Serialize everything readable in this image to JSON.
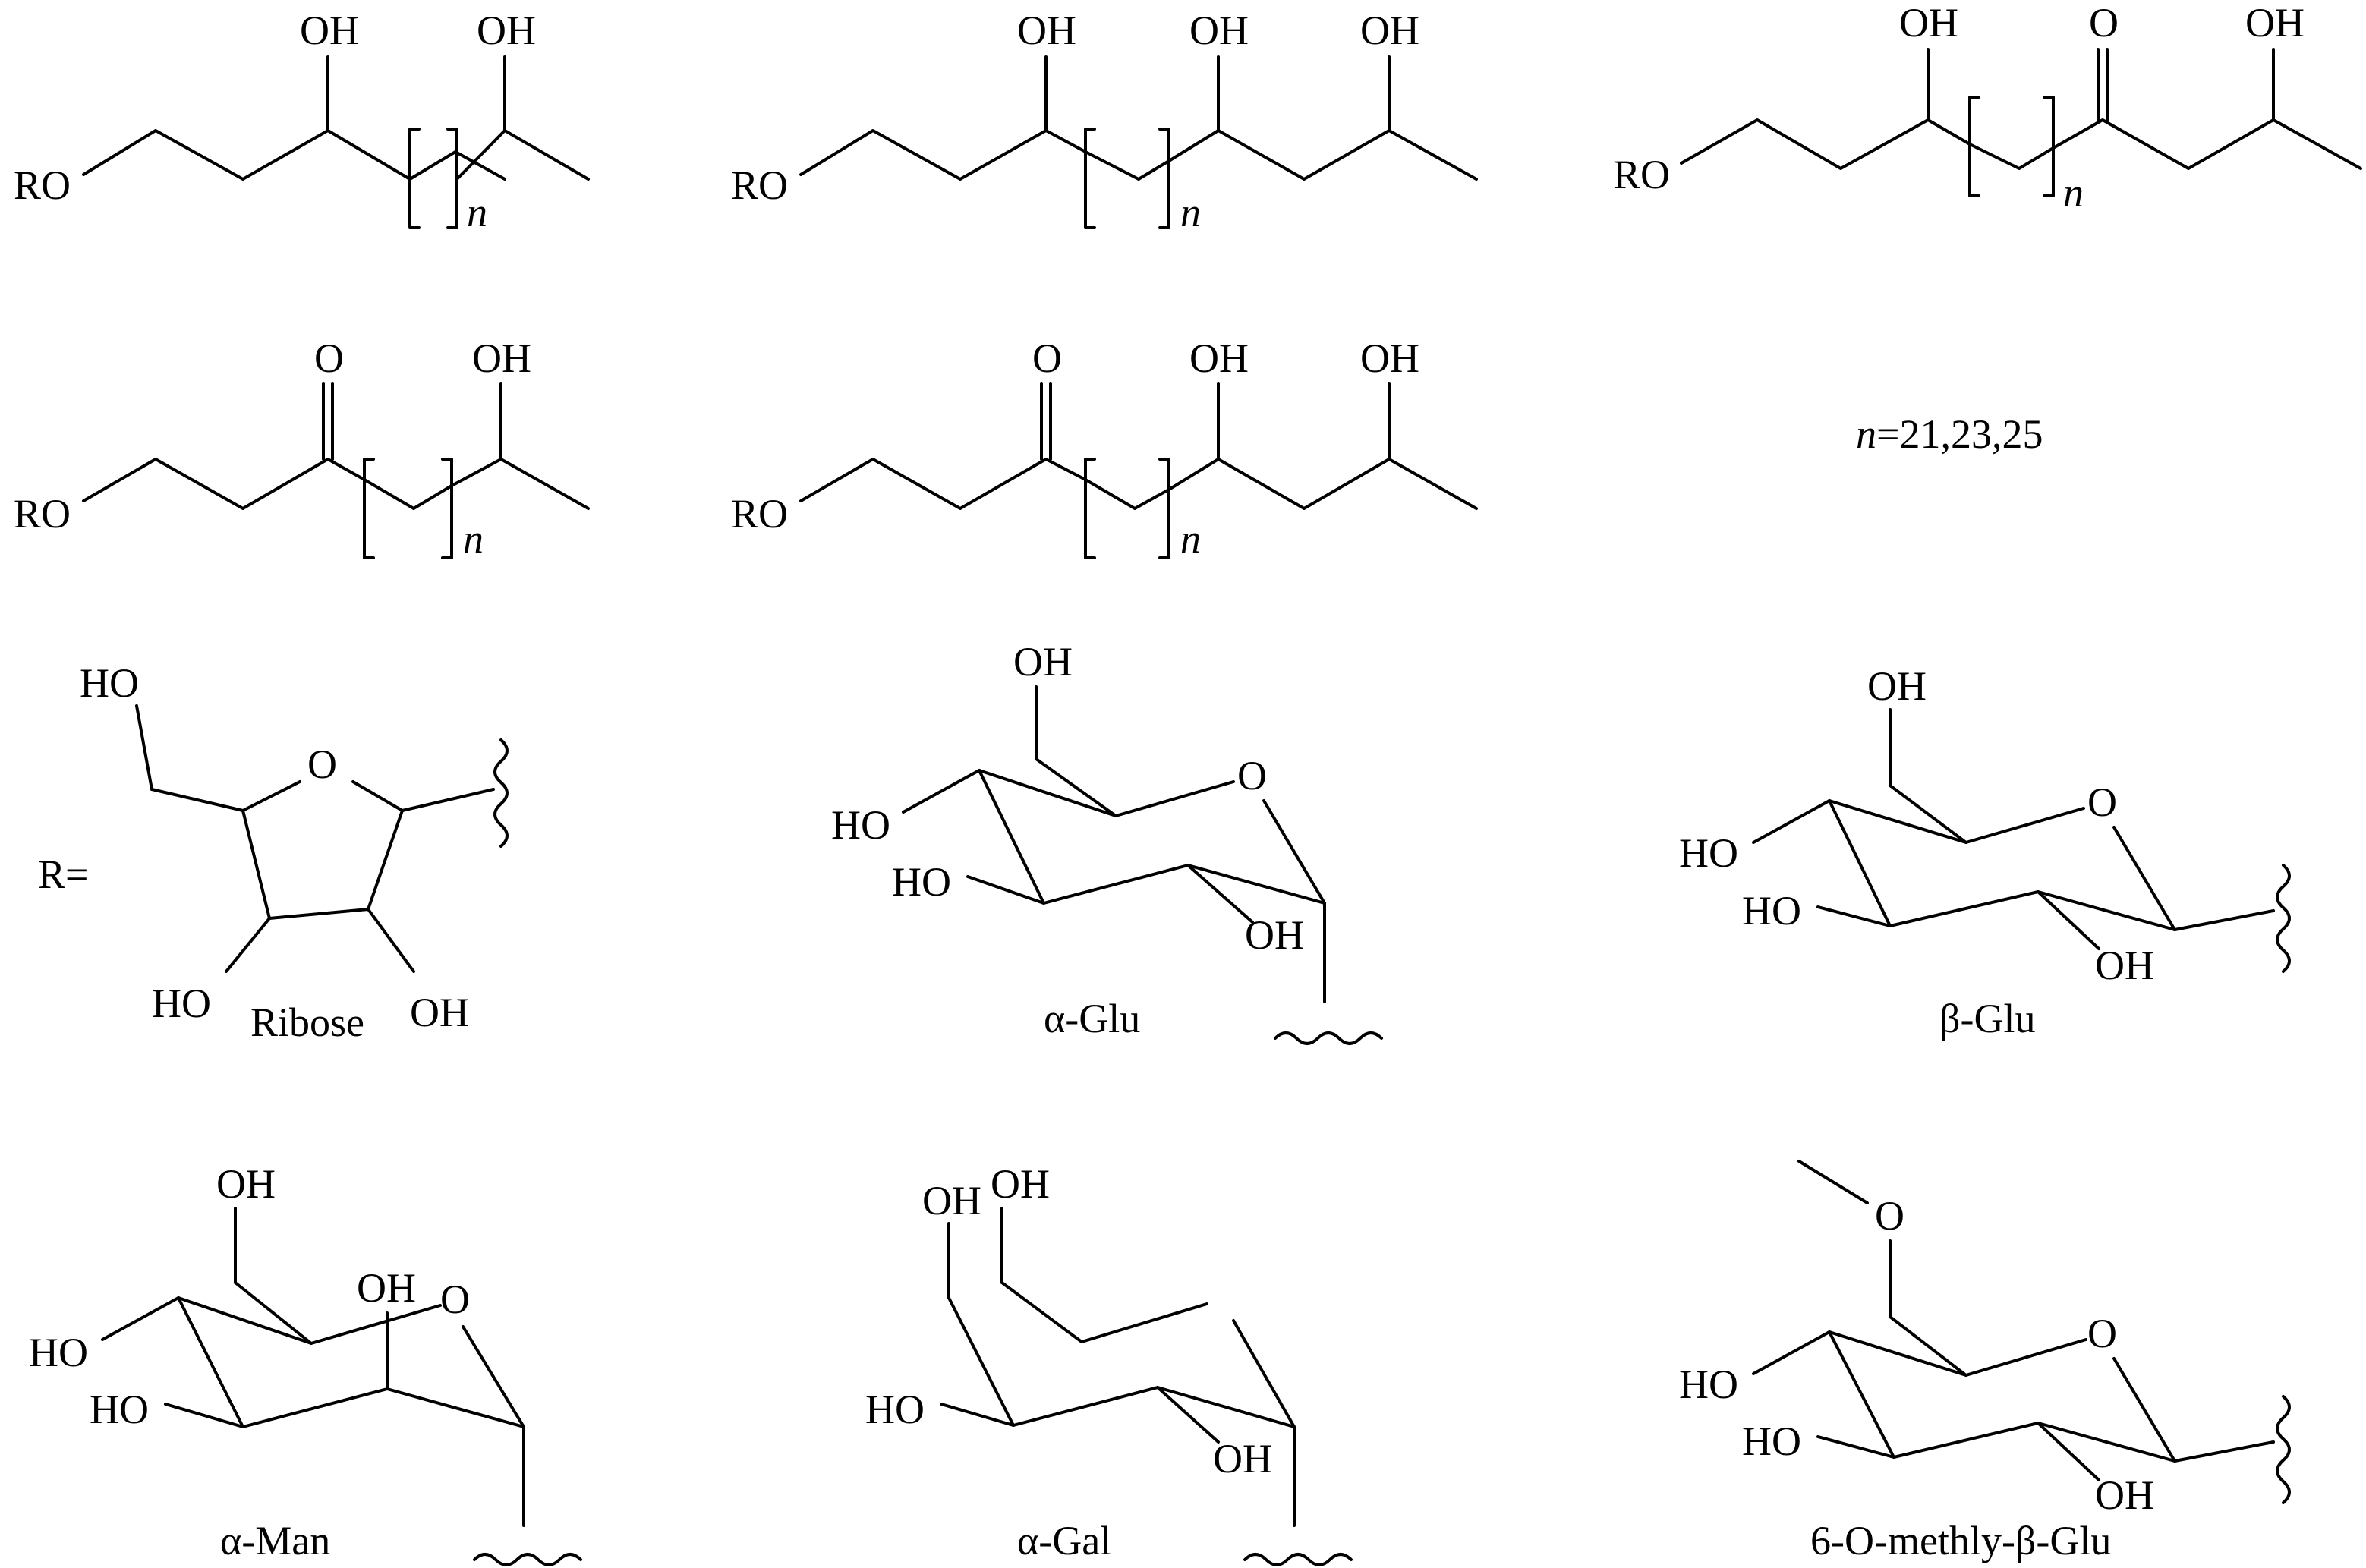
{
  "labels": {
    "RO": "RO",
    "OH": "OH",
    "HO": "HO",
    "O": "O",
    "n": "n",
    "R_eq": "R=",
    "n_values": "=21,23,25"
  },
  "captions": {
    "ribose": "Ribose",
    "alpha_glu": "α-Glu",
    "beta_glu": "β-Glu",
    "alpha_man": "α-Man",
    "alpha_gal": "α-Gal",
    "methyl_beta_glu": "6-O-methly-β-Glu"
  }
}
